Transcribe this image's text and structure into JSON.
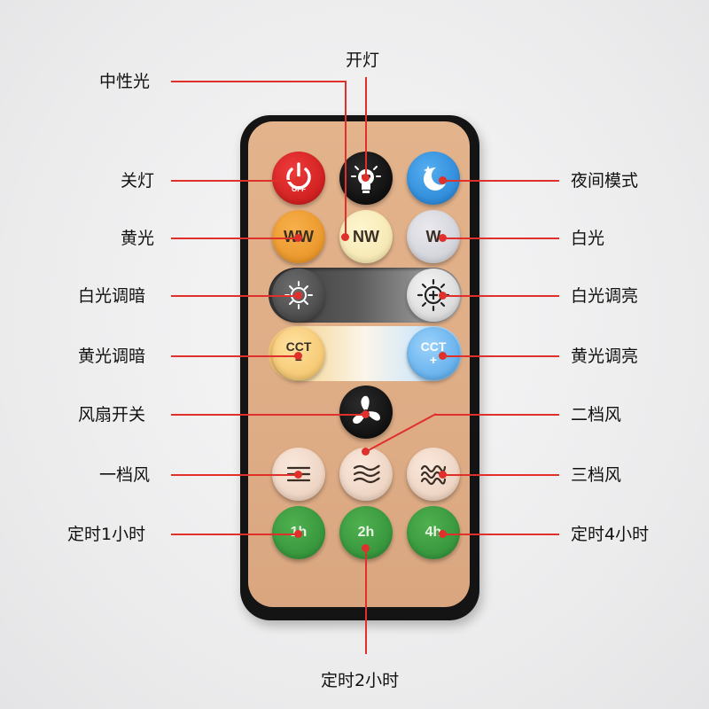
{
  "colors": {
    "callout_line": "#e0302b",
    "remote_face": "#dfae87",
    "remote_shell": "#141414"
  },
  "buttons": {
    "off": {
      "text": "OFF",
      "icon": "power-icon"
    },
    "on": {
      "icon": "light-bulb-icon"
    },
    "night": {
      "icon": "moon-star-icon"
    },
    "ww": {
      "text": "WW"
    },
    "nw": {
      "text": "NW"
    },
    "w": {
      "text": "W"
    },
    "dim": {
      "icon": "sun-minus-icon"
    },
    "bright": {
      "icon": "sun-plus-icon"
    },
    "cct_minus": {
      "line1": "CCT",
      "line2": "−"
    },
    "cct_plus": {
      "line1": "CCT",
      "line2": "+"
    },
    "fan": {
      "icon": "fan-icon"
    },
    "wind1": {
      "icon": "wind-low-icon"
    },
    "wind2": {
      "icon": "wind-mid-icon"
    },
    "wind3": {
      "icon": "wind-high-icon"
    },
    "t1": {
      "text": "1h"
    },
    "t2": {
      "text": "2h"
    },
    "t4": {
      "text": "4h"
    }
  },
  "callouts": {
    "neutral": "中性光",
    "light_on": "开灯",
    "light_off": "关灯",
    "night_mode": "夜间模式",
    "warm": "黄光",
    "white": "白光",
    "white_dim": "白光调暗",
    "white_bright": "白光调亮",
    "warm_dim": "黄光调暗",
    "warm_bright": "黄光调亮",
    "fan_switch": "风扇开关",
    "wind2": "二档风",
    "wind1": "一档风",
    "wind3": "三档风",
    "timer1": "定时1小时",
    "timer4": "定时4小时",
    "timer2": "定时2小时"
  }
}
